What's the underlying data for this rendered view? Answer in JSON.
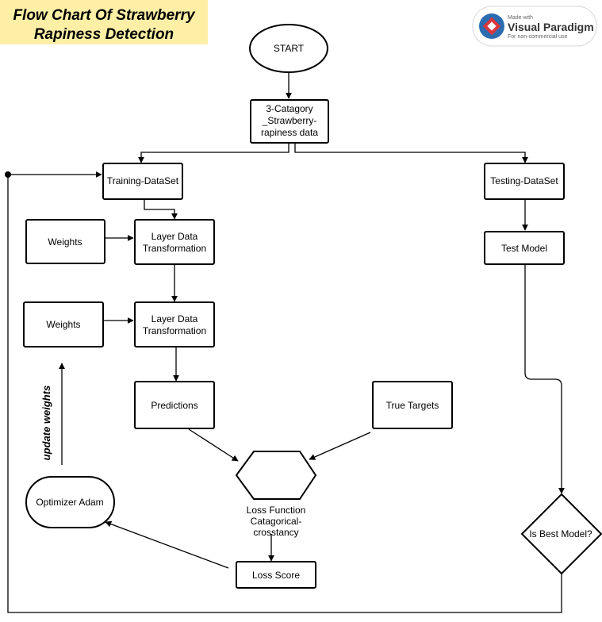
{
  "title": {
    "line1": "Flow Chart Of Strawberry",
    "line2": "Rapiness Detection",
    "background": "#FDF0A6"
  },
  "badge": {
    "made_with": "Made with",
    "brand": "Visual Paradigm",
    "note": "For non-commercial use"
  },
  "nodes": {
    "start": "START",
    "data": [
      "3-Catagory",
      "_Strawberry-",
      "rapiness data"
    ],
    "training": "Training-DataSet",
    "testing": "Testing-DataSet",
    "weights1": "Weights",
    "layer1": [
      "Layer Data",
      "Transformation"
    ],
    "weights2": "Weights",
    "layer2": [
      "Layer Data",
      "Transformation"
    ],
    "test_model": "Test Model",
    "predictions": "Predictions",
    "true_targets": "True Targets",
    "loss_function": [
      "Loss Function",
      "Catagorical-",
      "crosstancy"
    ],
    "optimizer": "Optimizer Adam",
    "loss_score": "Loss Score",
    "best_model": "Is Best Model?"
  },
  "labels": {
    "update_weights": "update weights"
  },
  "colors": {
    "title_bg": "#FDF0A6",
    "stroke": "#000000",
    "badge_red": "#D9363E",
    "badge_blue": "#2B6CB0"
  }
}
